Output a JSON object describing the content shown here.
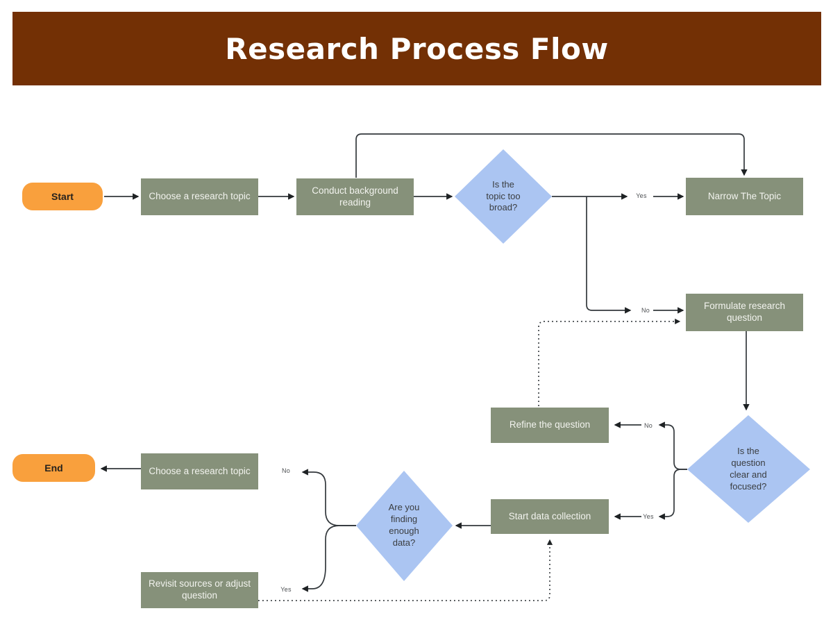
{
  "header": {
    "title": "Research Process Flow"
  },
  "colors": {
    "header_bg": "#733005",
    "header_text": "#ffffff",
    "process_fill": "#86917A",
    "process_text": "#f2f3ee",
    "decision_fill": "#ABC5F2",
    "decision_text": "#3a3d40",
    "terminal_fill": "#F9A03D",
    "terminal_text": "#26221d",
    "connector": "#33383C",
    "arrowhead": "#1E2224"
  },
  "nodes": {
    "start": {
      "label": "Start",
      "type": "terminal"
    },
    "choose_topic": {
      "label": "Choose a research topic",
      "type": "process"
    },
    "conduct_reading": {
      "label": "Conduct background\nreading",
      "type": "process"
    },
    "is_topic_too_broad": {
      "label": "Is the\ntopic too\nbroad?",
      "type": "decision"
    },
    "narrow_topic": {
      "label": "Narrow The Topic",
      "type": "process"
    },
    "formulate_question": {
      "label": "Formulate research\nquestion",
      "type": "process"
    },
    "is_question_clear": {
      "label": "Is the\nquestion\nclear and\nfocused?",
      "type": "decision"
    },
    "refine_question": {
      "label": "Refine the question",
      "type": "process"
    },
    "start_data_collection": {
      "label": "Start data collection",
      "type": "process"
    },
    "finding_enough_data": {
      "label": "Are you\nfinding\nenough\ndata?",
      "type": "decision"
    },
    "choose_topic_again": {
      "label": "Choose a research topic",
      "type": "process"
    },
    "revisit_sources": {
      "label": "Revisit sources or adjust\nquestion",
      "type": "process"
    },
    "end": {
      "label": "End",
      "type": "terminal"
    }
  },
  "edge_labels": {
    "topic_broad_yes": "Yes",
    "topic_broad_no": "No",
    "question_clear_no": "No",
    "question_clear_yes": "Yes",
    "enough_data_no": "No",
    "enough_data_yes": "Yes"
  }
}
